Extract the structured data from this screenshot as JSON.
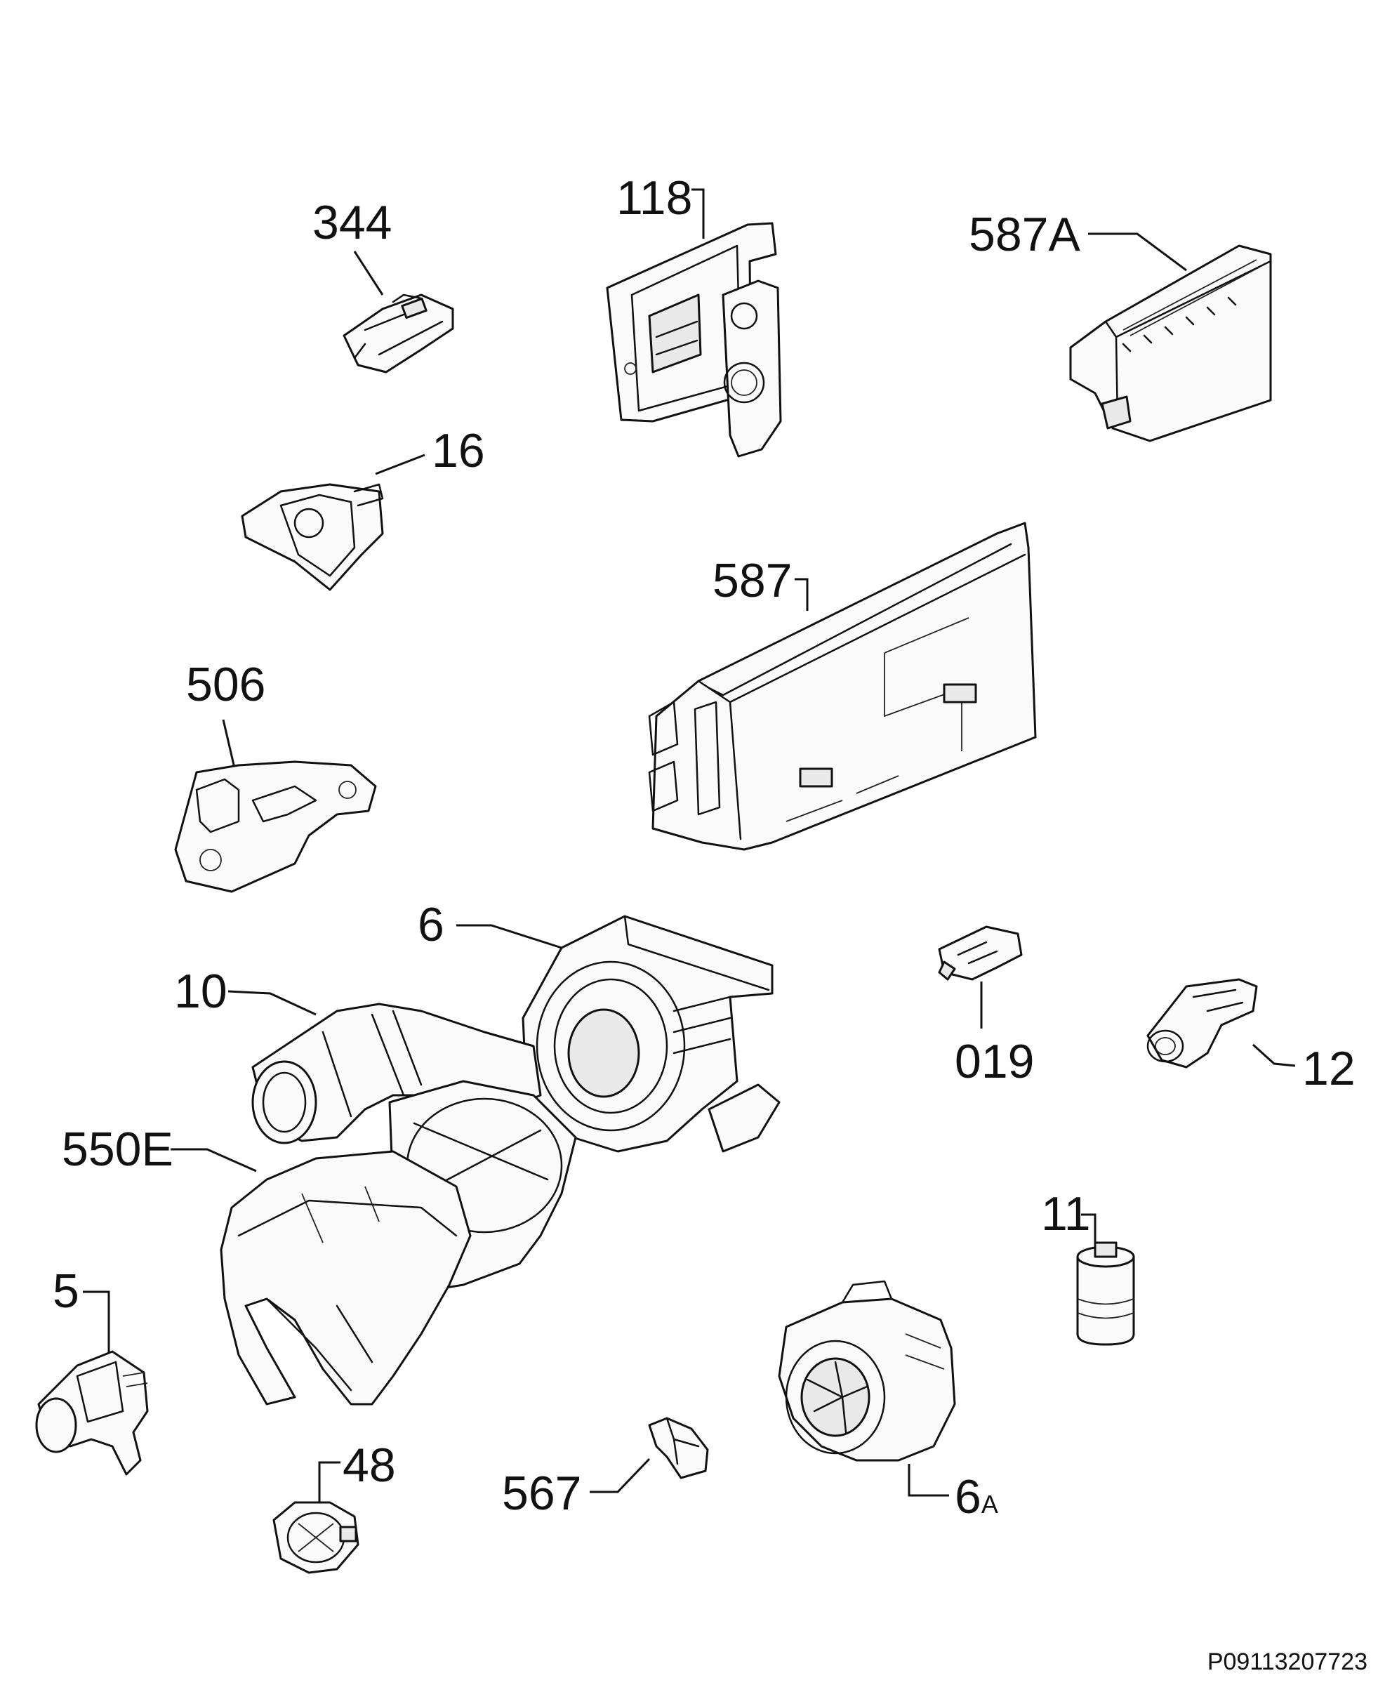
{
  "parts": [
    {
      "id": "344",
      "label": "344"
    },
    {
      "id": "118",
      "label": "118"
    },
    {
      "id": "587A",
      "label": "587A"
    },
    {
      "id": "16",
      "label": "16"
    },
    {
      "id": "587",
      "label": "587"
    },
    {
      "id": "506",
      "label": "506"
    },
    {
      "id": "6",
      "label": "6"
    },
    {
      "id": "10",
      "label": "10"
    },
    {
      "id": "019",
      "label": "019"
    },
    {
      "id": "12",
      "label": "12"
    },
    {
      "id": "550E",
      "label": "550E"
    },
    {
      "id": "11",
      "label": "11"
    },
    {
      "id": "5",
      "label": "5"
    },
    {
      "id": "48",
      "label": "48"
    },
    {
      "id": "567",
      "label": "567"
    },
    {
      "id": "6A",
      "label": "6",
      "suffix": "A"
    }
  ],
  "footer": {
    "code": "P09113207723"
  }
}
